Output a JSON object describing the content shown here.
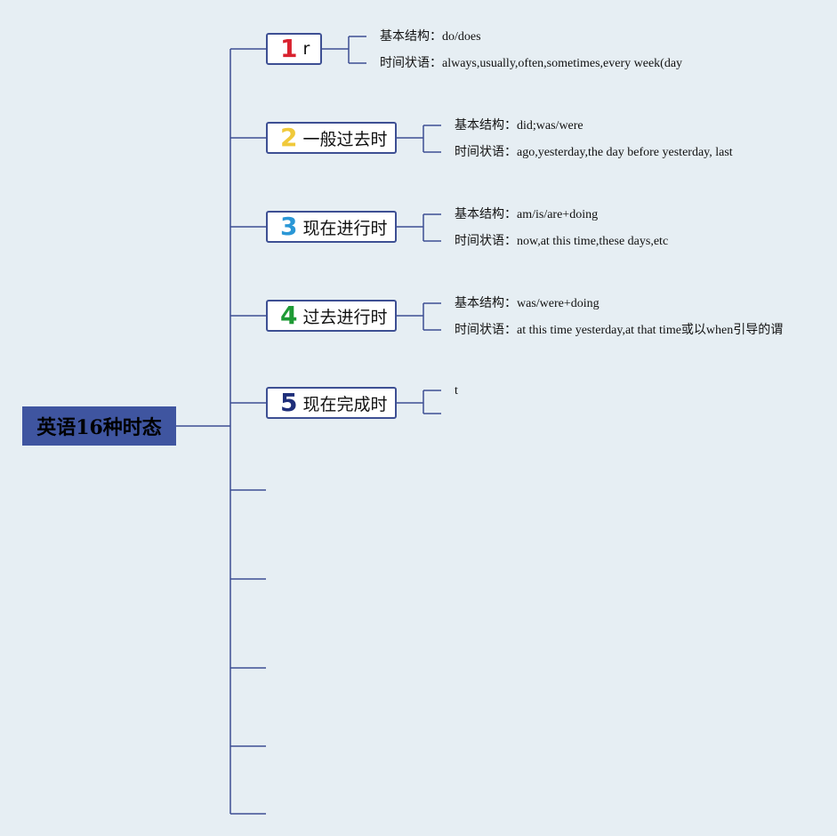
{
  "root": {
    "title": "英语16种时态"
  },
  "colors": {
    "line": "#3d4f93",
    "root_bg": "#3f55a0",
    "background": "#e6eef3"
  },
  "topics": [
    {
      "num": "1",
      "num_color": "#d9222f",
      "label": "r",
      "leaves": [
        {
          "key": "基本结构：",
          "value": "do/does"
        },
        {
          "key": "时间状语：",
          "value": "always,usually,often,sometimes,every week(day"
        }
      ]
    },
    {
      "num": "2",
      "num_color": "#f0c93a",
      "label": "一般过去时",
      "leaves": [
        {
          "key": "基本结构：",
          "value": "did;was/were"
        },
        {
          "key": "时间状语：",
          "value": "ago,yesterday,the day before yesterday, last"
        }
      ]
    },
    {
      "num": "3",
      "num_color": "#2a97d6",
      "label": "现在进行时",
      "leaves": [
        {
          "key": "基本结构：",
          "value": "am/is/are+doing"
        },
        {
          "key": "时间状语：",
          "value": "now,at this time,these days,etc"
        }
      ]
    },
    {
      "num": "4",
      "num_color": "#1e9a35",
      "label": "过去进行时",
      "leaves": [
        {
          "key": "基本结构：",
          "value": "was/were+doing"
        },
        {
          "key": "时间状语：",
          "value": "at this time yesterday,at that time或以when引导的谓"
        }
      ]
    },
    {
      "num": "5",
      "num_color": "#1f2f7a",
      "label": "现在完成时",
      "leaves": [
        {
          "key": "",
          "value": "t"
        },
        {
          "key": "",
          "value": ""
        }
      ]
    }
  ]
}
